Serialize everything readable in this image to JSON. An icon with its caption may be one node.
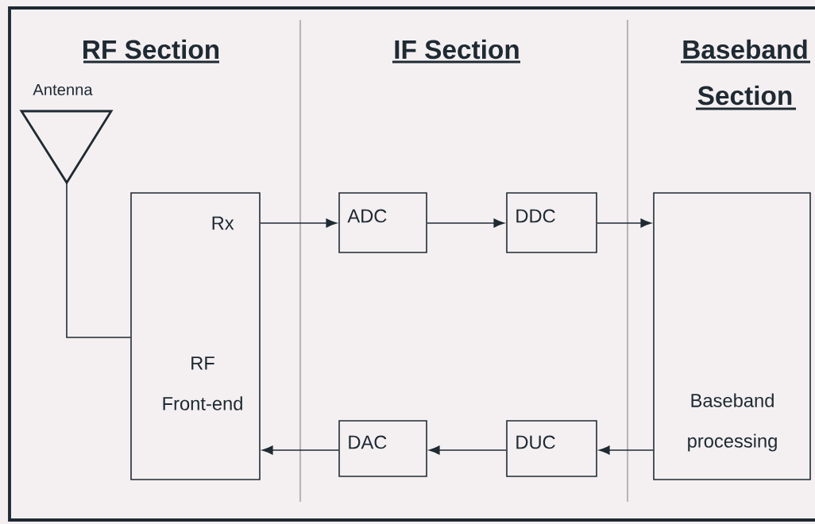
{
  "diagram": {
    "nodes": [
      {
        "text": [
          "Antenna"
        ]
      },
      {
        "text": [
          "Rx",
          "RF Front-end"
        ]
      },
      {
        "text": [
          "ADC"
        ]
      },
      {
        "text": [
          "DDC"
        ]
      },
      {
        "text": [
          "Baseband processing"
        ]
      },
      {
        "text": [
          "DUC"
        ]
      },
      {
        "text": [
          "DAC"
        ]
      }
    ],
    "edges": [
      {
        "from": 0,
        "to": 1,
        "arrow": "none"
      },
      {
        "from": 1,
        "to": 2,
        "arrow": "to"
      },
      {
        "from": 2,
        "to": 3,
        "arrow": "to"
      },
      {
        "from": 3,
        "to": 4,
        "arrow": "to"
      },
      {
        "from": 4,
        "to": 5,
        "arrow": "to"
      },
      {
        "from": 5,
        "to": 6,
        "arrow": "to"
      },
      {
        "from": 6,
        "to": 1,
        "arrow": "to"
      }
    ],
    "labels": [
      "RF Section",
      "IF Section",
      "Baseband Section"
    ]
  }
}
